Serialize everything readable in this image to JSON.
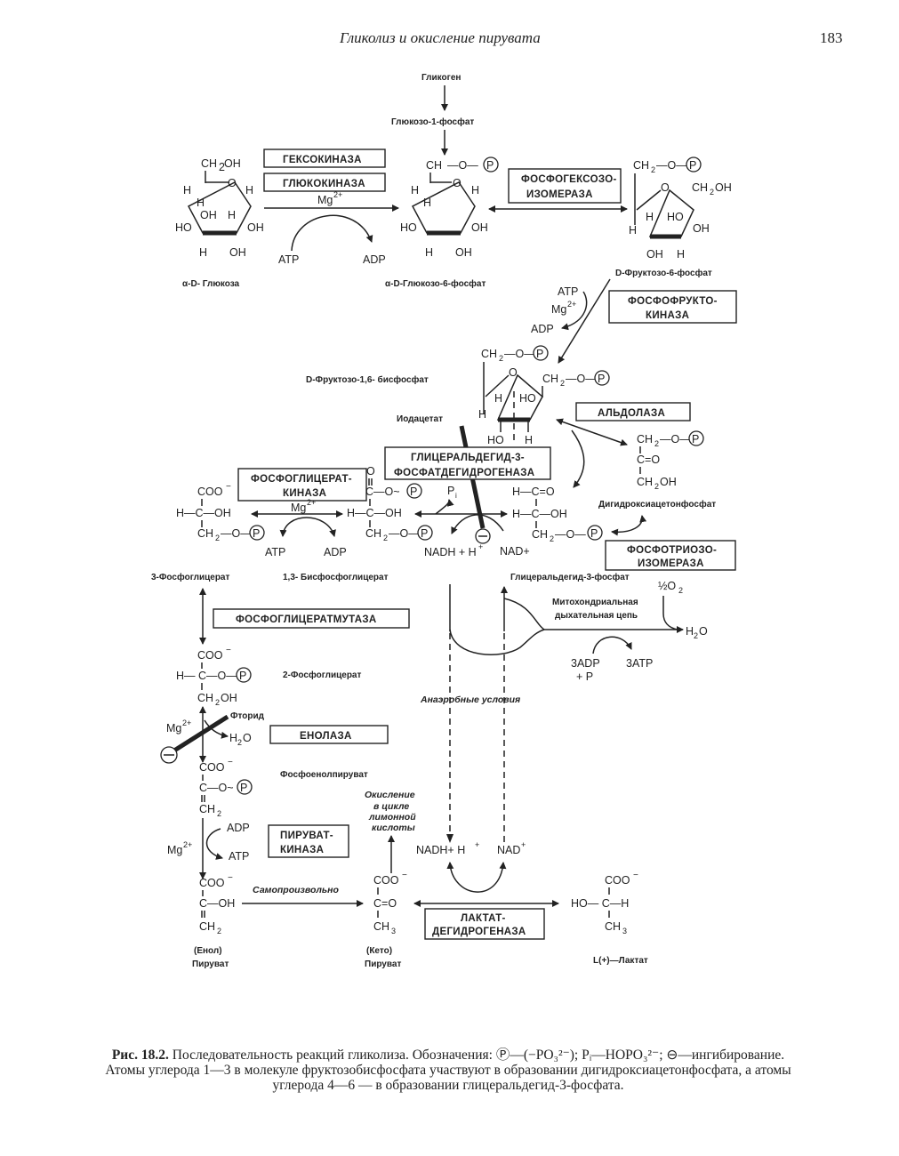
{
  "header": {
    "running_title": "Гликолиз и окисление пирувата",
    "page_number": "183"
  },
  "diagram": {
    "top": {
      "glycogen": "Гликоген",
      "glucose_1_phosphate": "Глюкозо-1-фосфат"
    },
    "compounds": {
      "glucose": "α-D- Глюкоза",
      "glucose_6_phosphate": "α-D-Глюкозо-6-фосфат",
      "fructose_6_phosphate": "D-Фруктозо-6-фосфат",
      "fructose_1_6_bisphosphate": "D-Фруктозо-1,6- бисфосфат",
      "dihydroxyacetone_phosphate": "Дигидроксиацетонфосфат",
      "glyceraldehyde_3_phosphate": "Глицеральдегид-3-фосфат",
      "bisphosphoglycerate": "1,3- Бисфосфоглицерат",
      "phosphoglycerate_3": "3-Фосфоглицерат",
      "phosphoglycerate_2": "2-Фосфоглицерат",
      "phosphoenolpyruvate": "Фосфоенолпируват",
      "enol_pyruvate_1": "(Енол)",
      "enol_pyruvate_2": "Пируват",
      "keto_pyruvate_1": "(Кето)",
      "keto_pyruvate_2": "Пируват",
      "lactate": "L(+)—Лактат"
    },
    "enzymes": {
      "hexokinase": "ГЕКСОКИНАЗА",
      "glucokinase": "ГЛЮКОКИНАЗА",
      "phosphohexose_isomerase_1": "ФОСФОГЕКСОЗО-",
      "phosphohexose_isomerase_2": "ИЗОМЕРАЗА",
      "phosphofructokinase_1": "ФОСФОФРУКТО-",
      "phosphofructokinase_2": "КИНАЗА",
      "aldolase": "АЛЬДОЛАЗА",
      "gapdh_1": "ГЛИЦЕРАЛЬДЕГИД-3-",
      "gapdh_2": "ФОСФАТДЕГИДРОГЕНАЗА",
      "pgk_1": "ФОСФОГЛИЦЕРАТ-",
      "pgk_2": "КИНАЗА",
      "tpi_1": "ФОСФОТРИОЗО-",
      "tpi_2": "ИЗОМЕРАЗА",
      "pgm": "ФОСФОГЛИЦЕРАТМУТАЗА",
      "enolase": "ЕНОЛАЗА",
      "pk_1": "ПИРУВАТ-",
      "pk_2": "КИНАЗА",
      "ldh_1": "ЛАКТАТ-",
      "ldh_2": "ДЕГИДРОГЕНАЗА"
    },
    "cofactors": {
      "mg": "Mg",
      "mg_sup": "2+",
      "atp": "ATP",
      "adp": "ADP",
      "nadh_h": "NADH + H",
      "nad_plus": "NAD+",
      "nadh_h2": "NADH+ H",
      "nad2": "NAD",
      "pi": "P",
      "h2o": "H",
      "half_o2": "½O",
      "adp3": "3ADP",
      "pi3": "+ P",
      "atp3": "3ATP",
      "p_symbol": "P",
      "inhibit_symbol": "−"
    },
    "annotations": {
      "iodoacetate": "Иодацетат",
      "fluoride": "Фторид",
      "mito_1": "Митохондриальная",
      "mito_2": "дыхательная цепь",
      "anaerobic": "Анаэробные условия",
      "citric_1": "Окисление",
      "citric_2": "в цикле",
      "citric_3": "лимонной",
      "citric_4": "кислоты",
      "spontaneous": "Самопроизвольно"
    },
    "formulas": {
      "ch2oh": "CH",
      "coo": "COO",
      "c_oh": "H—C—OH",
      "ch2_op": "CH",
      "c_eq_o": "C=O",
      "ch3": "CH"
    }
  },
  "caption": {
    "label": "Рис. 18.2.",
    "line1": "Последовательность реакций гликолиза. Обозначения: Ⓟ—(−PO₃²⁻); Pᵢ—HOPO₃²⁻; ⊖—ингибирование.",
    "line2": "Атомы углерода 1—3 в молекуле фруктозобисфосфата участвуют в образовании дигидроксиацетонфосфата, а атомы",
    "line3": "углерода 4—6 — в образовании глицеральдегид-3-фосфата."
  }
}
